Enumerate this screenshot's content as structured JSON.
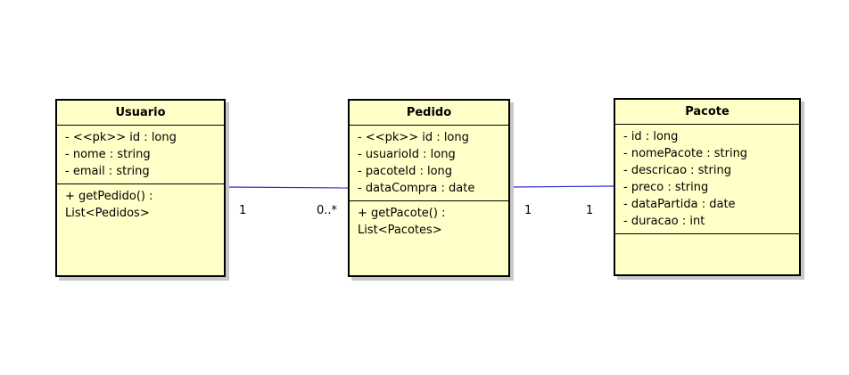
{
  "colors": {
    "class_fill": "#ffffc8",
    "class_border": "#000000",
    "association_line": "#2b2bd9"
  },
  "classes": {
    "usuario": {
      "name": "Usuario",
      "attributes": [
        "- <<pk>> id : long",
        "- nome : string",
        "- email : string"
      ],
      "operations": [
        "+ getPedido() :",
        "List<Pedidos>"
      ]
    },
    "pedido": {
      "name": "Pedido",
      "attributes": [
        "- <<pk>> id : long",
        "- usuarioId : long",
        "- pacoteId : long",
        "- dataCompra : date"
      ],
      "operations": [
        "+ getPacote() :",
        "List<Pacotes>"
      ]
    },
    "pacote": {
      "name": "Pacote",
      "attributes": [
        "- id : long",
        "- nomePacote : string",
        "- descricao : string",
        "- preco : string",
        "- dataPartida : date",
        "- duracao : int"
      ],
      "operations": []
    }
  },
  "associations": {
    "usuario_pedido": {
      "source_multiplicity": "1",
      "target_multiplicity": "0..*"
    },
    "pedido_pacote": {
      "source_multiplicity": "1",
      "target_multiplicity": "1"
    }
  }
}
